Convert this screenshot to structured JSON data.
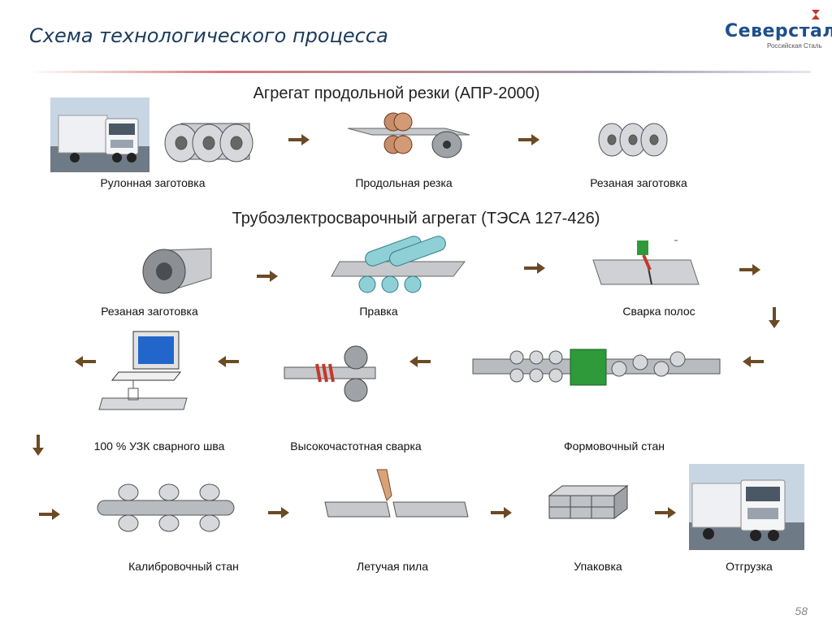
{
  "header": {
    "title": "Схема технологического процесса",
    "logo": "Северсталь",
    "logo_sub": "Российская Сталь"
  },
  "sections": {
    "apr": "Агрегат продольной резки (АПР-2000)",
    "tesa": "Трубоэлектросварочный агрегат (ТЭСА 127-426)"
  },
  "steps": {
    "coil_blank": "Рулонная заготовка",
    "slitting": "Продольная резка",
    "cut_blank": "Резаная заготовка",
    "cut_blank2": "Резаная заготовка",
    "straightening": "Правка",
    "strip_welding": "Сварка полос",
    "ut_inspection": "100 % УЗК  сварного шва",
    "hf_welding": "Высокочастотная сварка",
    "forming_mill": "Формовочный стан",
    "sizing_mill": "Калибровочный стан",
    "flying_saw": "Летучая пила",
    "packing": "Упаковка",
    "shipment": "Отгрузка"
  },
  "page_number": "58",
  "colors": {
    "arrow": "#6b4a24",
    "title": "#1b3a5c",
    "logo": "#1f4e8c",
    "weld_green": "#2e9a3a",
    "screen_blue": "#2266cc"
  }
}
